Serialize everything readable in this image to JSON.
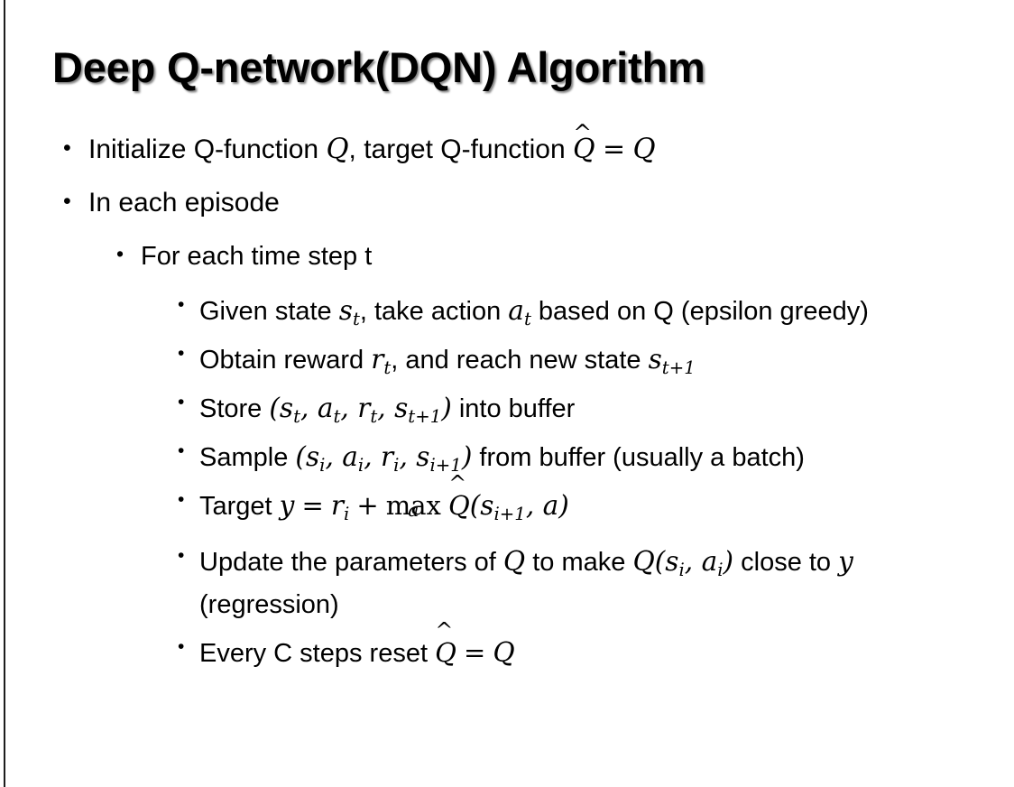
{
  "slide": {
    "title": "Deep Q-network(DQN) Algorithm",
    "background_color": "#ffffff",
    "text_color": "#000000",
    "edge_rule_color": "#1d1d1d"
  },
  "bullets": {
    "l1_initialize_pre": "Initialize Q-function ",
    "l1_initialize_var_q": "Q",
    "l1_initialize_mid": ", target Q-function ",
    "l1_initialize_hat_q": "Q",
    "l1_initialize_hat_mark": "̂",
    "l1_initialize_eq": "=",
    "l1_initialize_rhs_q": "Q",
    "l1_in_each_episode": "In each episode",
    "l2_for_each_time_step": "For each time step t",
    "l3_given_pre": "Given state ",
    "l3_given_s": "s",
    "l3_given_s_sub": "t",
    "l3_given_mid": ", take action ",
    "l3_given_a": "a",
    "l3_given_a_sub": "t",
    "l3_given_post": " based on Q (epsilon greedy)",
    "l3_obtain_pre": "Obtain reward ",
    "l3_obtain_r": "r",
    "l3_obtain_r_sub": "t",
    "l3_obtain_mid": ", and reach new state ",
    "l3_obtain_s": "s",
    "l3_obtain_s_sub": "t+1",
    "l3_store_pre": "Store ",
    "l3_store_open": "(",
    "l3_store_s": "s",
    "l3_store_s_sub": "t",
    "l3_store_c1": ", ",
    "l3_store_a": "a",
    "l3_store_a_sub": "t",
    "l3_store_c2": ", ",
    "l3_store_r": "r",
    "l3_store_r_sub": "t",
    "l3_store_c3": ", ",
    "l3_store_s2": "s",
    "l3_store_s2_sub": "t+1",
    "l3_store_close": ")",
    "l3_store_post": " into buffer",
    "l3_sample_pre": "Sample ",
    "l3_sample_open": "(",
    "l3_sample_s": "s",
    "l3_sample_s_sub": "i",
    "l3_sample_c1": ", ",
    "l3_sample_a": "a",
    "l3_sample_a_sub": "i",
    "l3_sample_c2": ", ",
    "l3_sample_r": "r",
    "l3_sample_r_sub": "i",
    "l3_sample_c3": ", ",
    "l3_sample_s2": "s",
    "l3_sample_s2_sub": "i+1",
    "l3_sample_close": ")",
    "l3_sample_post": " from buffer (usually a batch)",
    "l3_target_pre": "Target ",
    "l3_target_y": "y",
    "l3_target_eq": "=",
    "l3_target_r": "r",
    "l3_target_r_sub": "i",
    "l3_target_plus": "+",
    "l3_target_max": "max",
    "l3_target_max_under": "a",
    "l3_target_hat_q": "Q",
    "l3_target_hat_mark": "̂",
    "l3_target_open": "(",
    "l3_target_s": "s",
    "l3_target_s_sub": "i+1",
    "l3_target_comma": ", ",
    "l3_target_a": "a",
    "l3_target_close": ")",
    "l3_update_pre": "Update the parameters of ",
    "l3_update_q1": "Q",
    "l3_update_mid": " to make ",
    "l3_update_q2": "Q",
    "l3_update_open": "(",
    "l3_update_s": "s",
    "l3_update_s_sub": "i",
    "l3_update_comma": ", ",
    "l3_update_a": "a",
    "l3_update_a_sub": "i",
    "l3_update_close": ")",
    "l3_update_post": " close to ",
    "l3_update_y": "y",
    "l3_update_tail": " (regression)",
    "l3_every_pre": "Every C steps reset ",
    "l3_every_hat_q": "Q",
    "l3_every_hat_mark": "̂",
    "l3_every_eq": "=",
    "l3_every_q": "Q"
  },
  "glyphs": {
    "bullet_dot": "•"
  }
}
